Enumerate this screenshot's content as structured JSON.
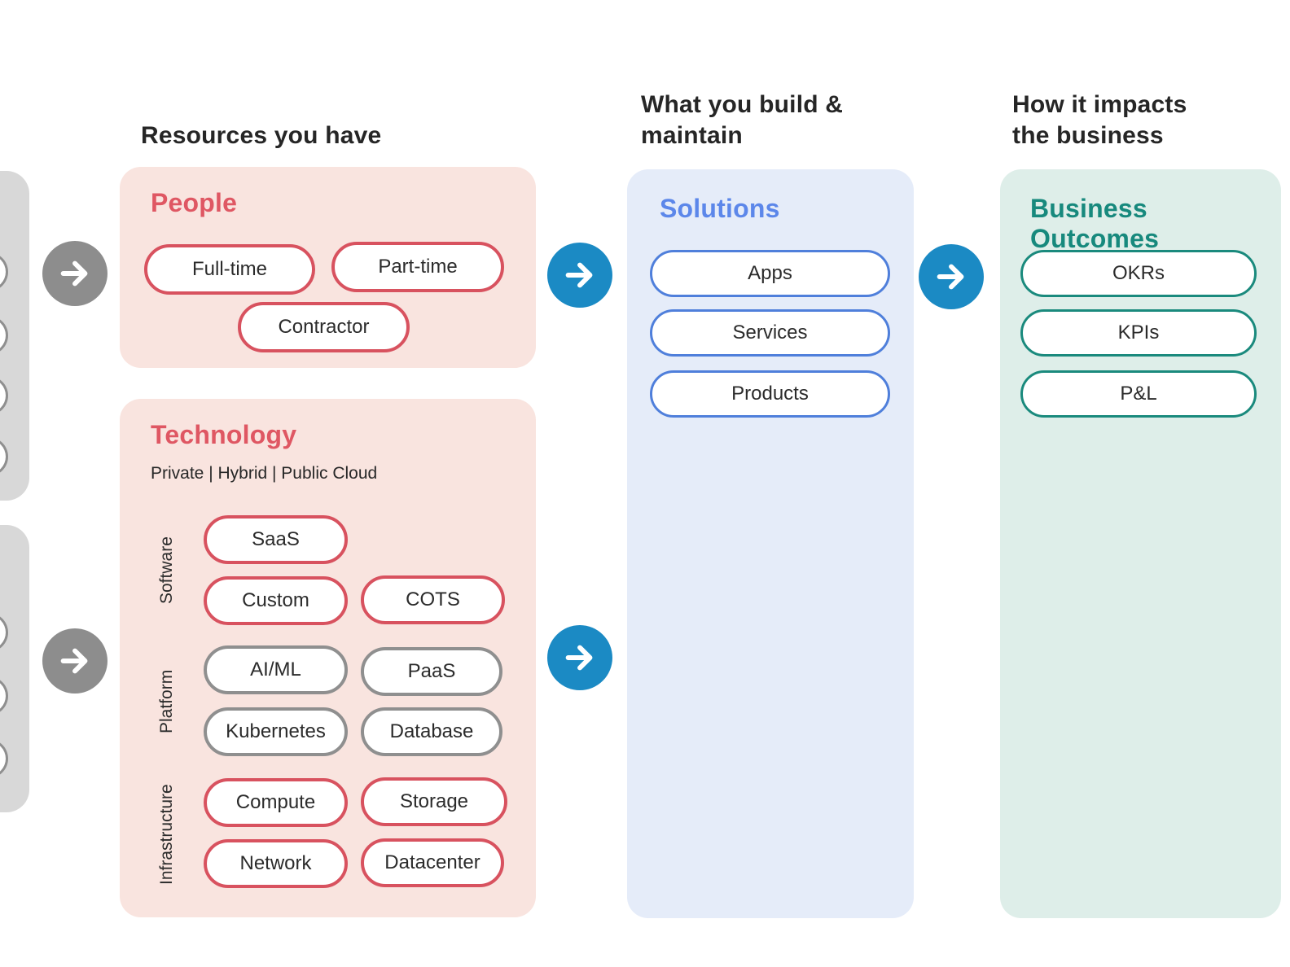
{
  "resources": {
    "heading": "Resources you have",
    "people": {
      "title": "People",
      "pills": [
        {
          "label": "Full-time"
        },
        {
          "label": "Part-time"
        },
        {
          "label": "Contractor"
        }
      ]
    },
    "technology": {
      "title": "Technology",
      "subtitle": "Private | Hybrid | Public Cloud",
      "groups": [
        {
          "label": "Software",
          "pills": [
            {
              "label": "SaaS"
            },
            {
              "label": "Custom"
            },
            {
              "label": "COTS"
            }
          ]
        },
        {
          "label": "Platform",
          "pills": [
            {
              "label": "AI/ML"
            },
            {
              "label": "PaaS"
            },
            {
              "label": "Kubernetes"
            },
            {
              "label": "Database"
            }
          ]
        },
        {
          "label": "Infrastructure",
          "pills": [
            {
              "label": "Compute"
            },
            {
              "label": "Storage"
            },
            {
              "label": "Network"
            },
            {
              "label": "Datacenter"
            }
          ]
        }
      ]
    }
  },
  "solutions": {
    "heading_line1": "What you build &",
    "heading_line2": "maintain",
    "title": "Solutions",
    "pills": [
      {
        "label": "Apps"
      },
      {
        "label": "Services"
      },
      {
        "label": "Products"
      }
    ]
  },
  "outcomes": {
    "heading_line1": "How it impacts",
    "heading_line2": "the business",
    "title": "Business Outcomes",
    "pills": [
      {
        "label": "OKRs"
      },
      {
        "label": "KPIs"
      },
      {
        "label": "P&L"
      }
    ]
  },
  "colors": {
    "pink_card_bg": "#f9e4df",
    "red_accent": "#df5763",
    "red_pill_border": "#d8525f",
    "blue_card_bg": "#e5ecf9",
    "blue_accent": "#5c87ea",
    "blue_pill_border": "#4f7fdb",
    "teal_card_bg": "#deeee9",
    "teal_accent": "#17897d",
    "teal_pill_border": "#1a8a7d",
    "gray_pill_border": "#8f8f8f",
    "gray_arrow": "#8d8d8d",
    "blue_arrow": "#1b8ac4",
    "left_panel_bg": "#d8d8d8",
    "heading_text": "#262626"
  }
}
